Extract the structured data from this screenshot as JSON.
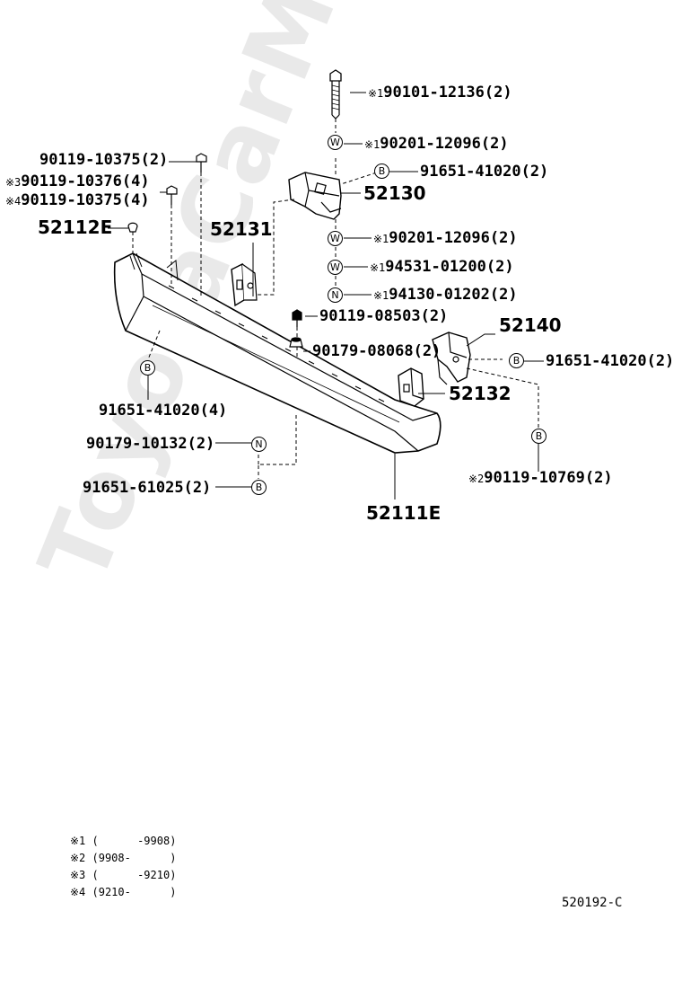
{
  "watermark": "ToyotaCarMe.ru",
  "diagram_code": "520192-C",
  "note_mark": "※",
  "parts": {
    "p52130": "52130",
    "p52131": "52131",
    "p52112E": "52112E",
    "p52140": "52140",
    "p52132": "52132",
    "p52111E": "52111E",
    "bolt_top": "90101-12136(2)",
    "washer1": "90201-12096(2)",
    "clip_91651_top": "91651-41020(2)",
    "washer2": "90201-12096(2)",
    "washer3": "94531-01200(2)",
    "nut_top": "94130-01202(2)",
    "bolt_90119_08503": "90119-08503(2)",
    "nut_90179_08068": "90179-08068(2)",
    "clip_91651_right": "91651-41020(2)",
    "bolt_90119_10375_top": "90119-10375(2)",
    "bolt_90119_10376": "90119-10376(4)",
    "bolt_90119_10375_b": "90119-10375(4)",
    "clip_91651_left": "91651-41020(4)",
    "nut_90179_10132": "90179-10132(2)",
    "clip_91651_61025": "91651-61025(2)",
    "bolt_90119_10769": "90119-10769(2)"
  },
  "refs": {
    "r1": "※1",
    "r2": "※2",
    "r3": "※3",
    "r4": "※4"
  },
  "marks": {
    "washer": "W",
    "nut": "N",
    "clip": "B"
  },
  "notes": [
    "※1 (      -9908)",
    "※2 (9908-      )",
    "※3 (      -9210)",
    "※4 (9210-      )"
  ]
}
